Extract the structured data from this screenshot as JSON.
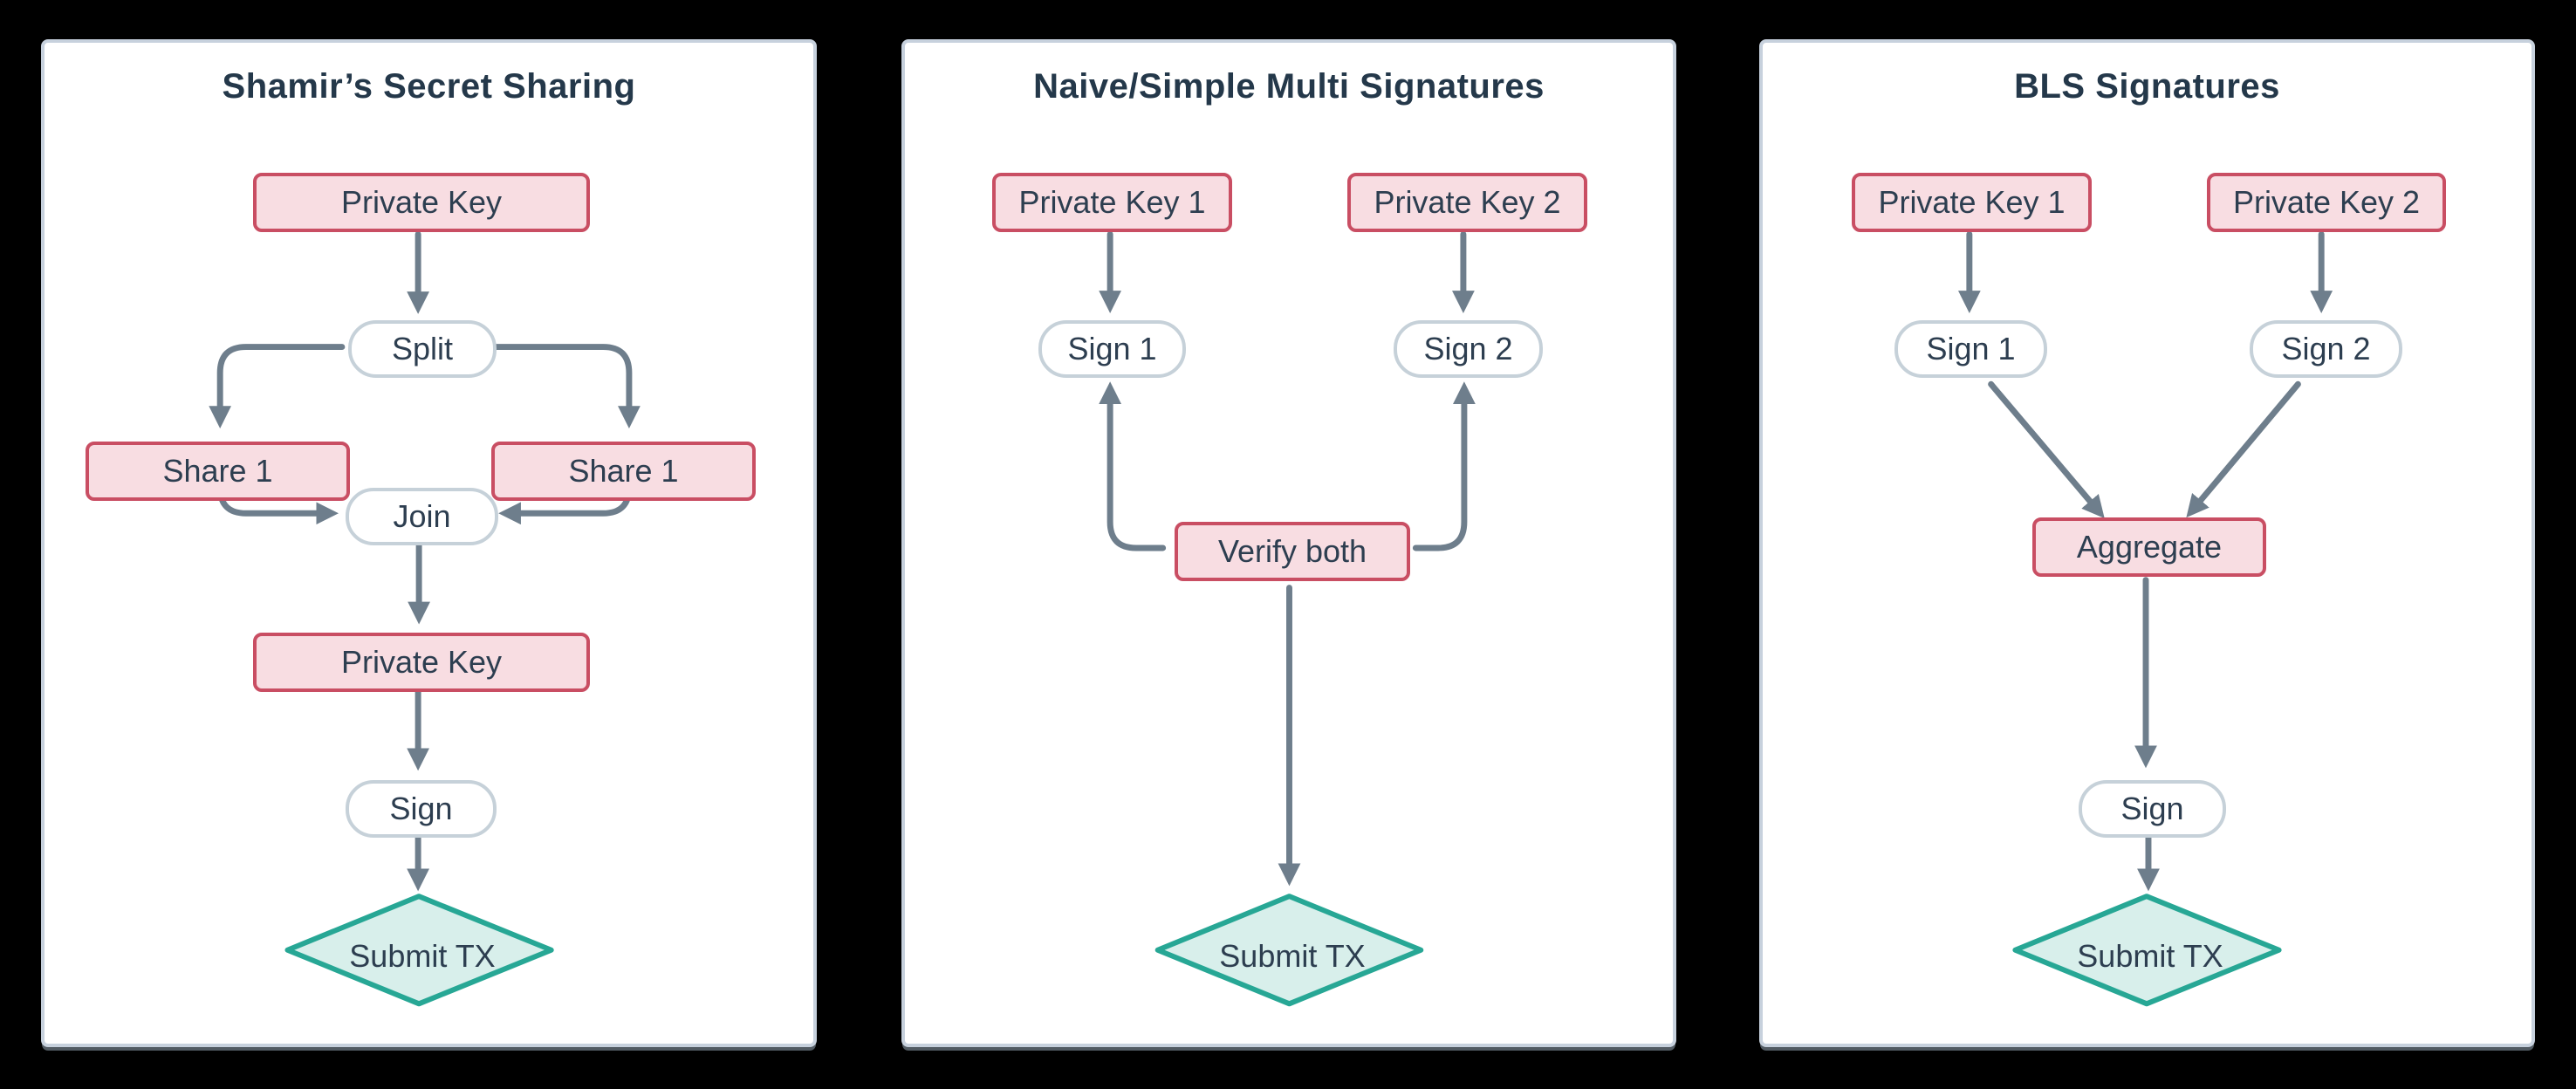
{
  "page": {
    "background": "#000000"
  },
  "colors": {
    "panel_bg": "#ffffff",
    "panel_border": "#c7d1dd",
    "title_text": "#24384a",
    "label_text": "#2d3e50",
    "key_box_bg": "#f8dde2",
    "key_box_border": "#c94e63",
    "pill_bg": "#ffffff",
    "pill_border": "#c6d1d9",
    "arrow": "#6e7e8c",
    "diamond_bg": "#d8efeb",
    "diamond_border": "#27a795"
  },
  "panels": [
    {
      "title": "Shamir’s Secret Sharing",
      "nodes": {
        "private_key_top": "Private Key",
        "split": "Split",
        "share_left": "Share 1",
        "share_right": "Share 1",
        "join": "Join",
        "private_key_bottom": "Private Key",
        "sign": "Sign",
        "submit": "Submit TX"
      }
    },
    {
      "title": "Naive/Simple Multi Signatures",
      "nodes": {
        "private_key_1": "Private Key 1",
        "private_key_2": "Private Key 2",
        "sign_1": "Sign 1",
        "sign_2": "Sign 2",
        "verify": "Verify both",
        "submit": "Submit TX"
      }
    },
    {
      "title": "BLS Signatures",
      "nodes": {
        "private_key_1": "Private Key 1",
        "private_key_2": "Private Key 2",
        "sign_1": "Sign 1",
        "sign_2": "Sign 2",
        "aggregate": "Aggregate",
        "sign": "Sign",
        "submit": "Submit TX"
      }
    }
  ]
}
